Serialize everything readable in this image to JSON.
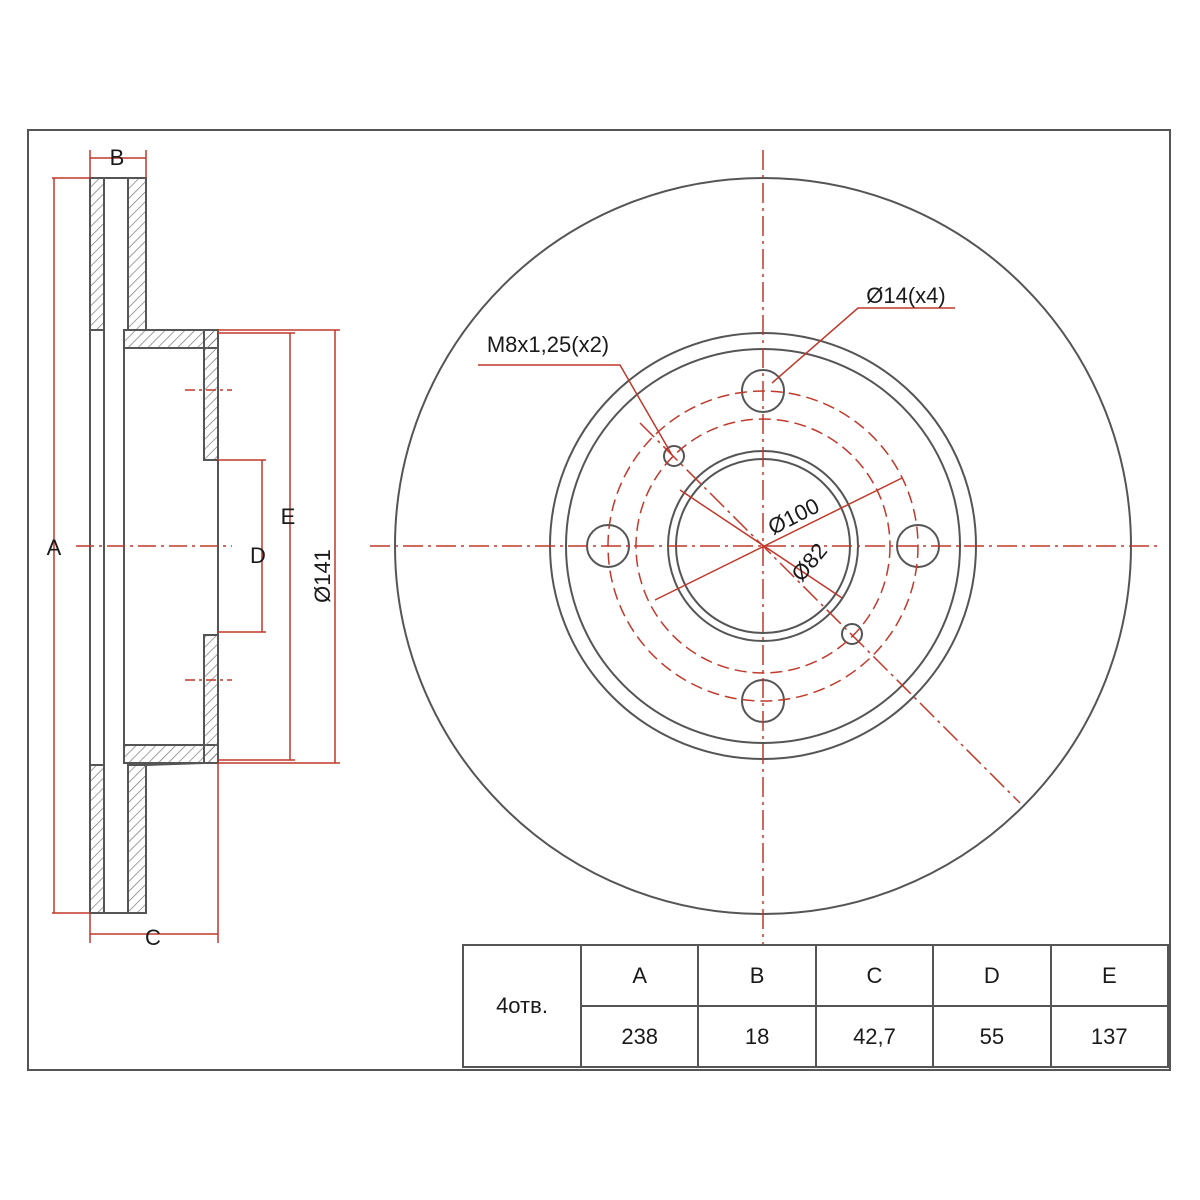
{
  "colors": {
    "outline": "#555555",
    "dimension": "#c0392b",
    "text": "#1a1a1a",
    "hatch": "#777777"
  },
  "side_view": {
    "dim_A": "A",
    "dim_B": "B",
    "dim_C": "C",
    "dim_D": "D",
    "dim_E": "E",
    "dim_141": "Ø141"
  },
  "front_view": {
    "thread_callout": "M8x1,25(x2)",
    "hole_callout": "Ø14(x4)",
    "pcd_callout": "Ø100",
    "bore_callout": "Ø82"
  },
  "table": {
    "row_label": "4отв.",
    "headers": [
      "A",
      "B",
      "C",
      "D",
      "E"
    ],
    "values": [
      "238",
      "18",
      "42,7",
      "55",
      "137"
    ]
  }
}
